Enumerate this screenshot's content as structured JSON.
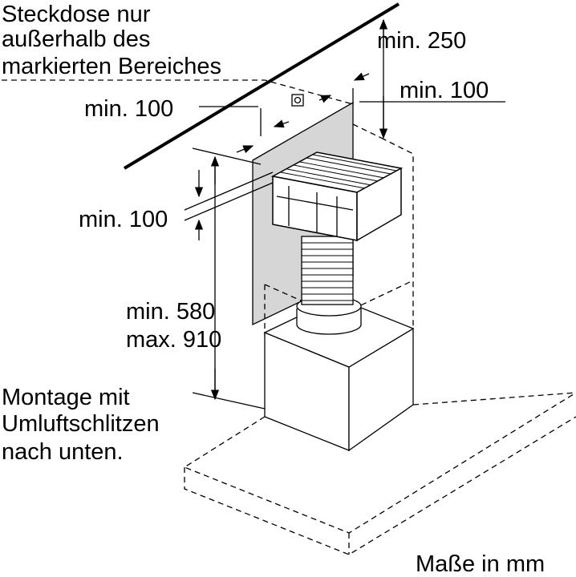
{
  "labels": {
    "socket_note": [
      "Steckdose nur",
      "außerhalb des",
      "markierten Bereiches"
    ],
    "min_250": "min. 250",
    "min_100_right": "min. 100",
    "min_100_left": "min. 100",
    "min_100_middle": "min. 100",
    "height_range": [
      "min. 580",
      "max. 910"
    ],
    "mounting_note": [
      "Montage mit",
      "Umluftschlitzen",
      "nach unten."
    ],
    "units": "Maße in mm"
  }
}
